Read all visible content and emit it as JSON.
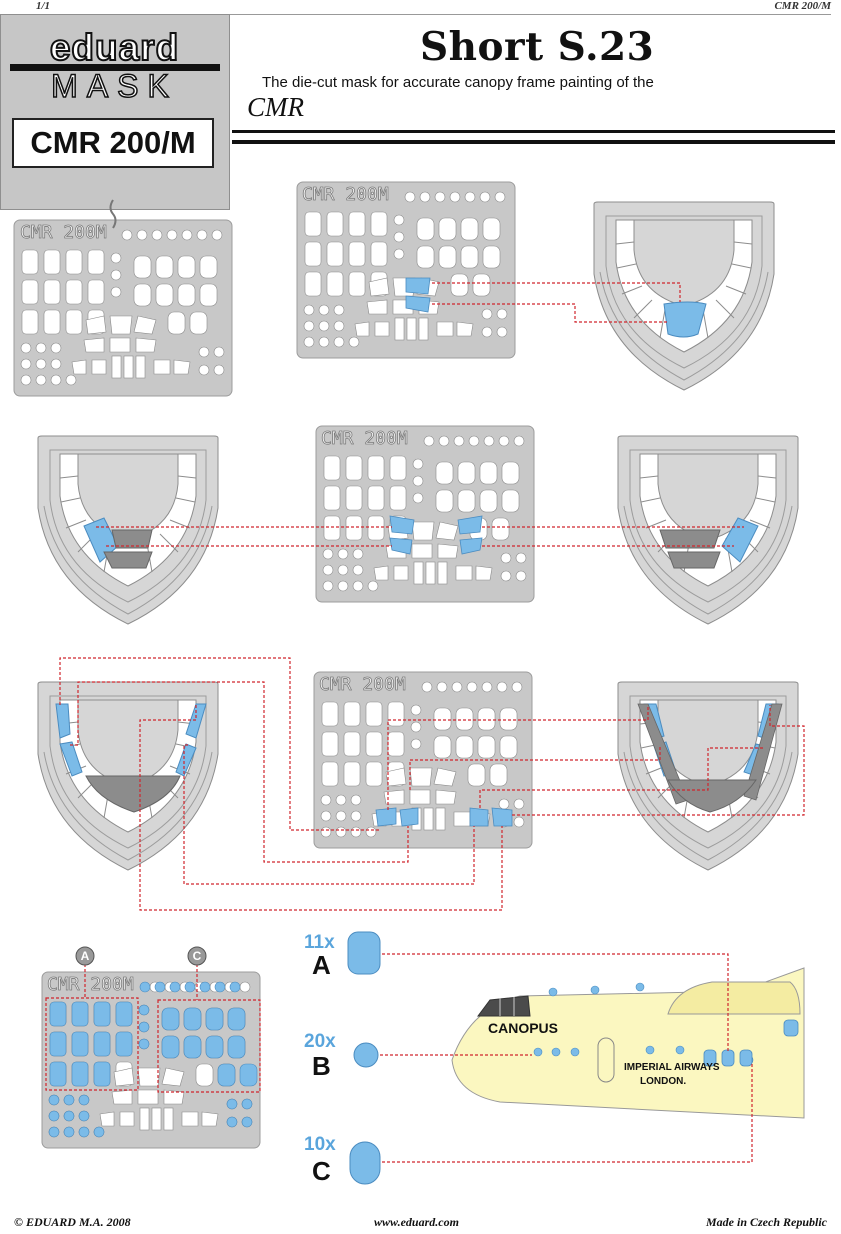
{
  "header": {
    "page": "1/1",
    "code": "CMR 200/M",
    "brand_line1": "eduard",
    "brand_line2": "MASK",
    "product_code": "CMR 200/M",
    "title": "Short S.23",
    "subtitle": "The die-cut mask for accurate canopy frame painting of the",
    "subject": "CMR"
  },
  "sheet_label": "CMR 200M",
  "mask_counts": [
    {
      "qty": "11x",
      "letter": "A"
    },
    {
      "qty": "20x",
      "letter": "B"
    },
    {
      "qty": "10x",
      "letter": "C"
    }
  ],
  "callouts": {
    "a": "A",
    "c": "C"
  },
  "aircraft": {
    "name": "CANOPUS",
    "line1": "IMPERIAL AIRWAYS",
    "line2": "LONDON."
  },
  "footer": {
    "copyright": "© EDUARD  M.A. 2008",
    "website": "www.eduard.com",
    "origin": "Made in Czech Republic"
  },
  "colors": {
    "sheet": "#c8c8c8",
    "mask_blue": "#7bbbe8",
    "frame_dark": "#8c8c8c",
    "leader_red": "#d0262d",
    "fuselage": "#fbf7c0"
  }
}
